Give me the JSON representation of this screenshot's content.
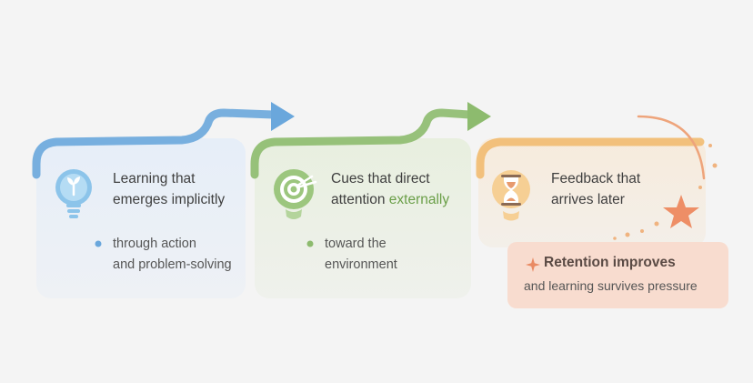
{
  "steps": [
    {
      "title_line1": "Learning that",
      "title_line2": "emerges implicitly",
      "bullet_line1": "through action",
      "bullet_line2": "and problem-solving",
      "icon": "lightbulb-sprout-icon",
      "color": "#6aa7dc"
    },
    {
      "title_line1": "Cues that direct",
      "title_line2_prefix": "attention ",
      "title_line2_highlight": "externally",
      "bullet_line1": "toward the",
      "bullet_line2": "environment",
      "icon": "target-bulb-icon",
      "color": "#8dbb6e"
    },
    {
      "title_line1": "Feedback that",
      "title_line2": "arrives later",
      "icon": "hourglass-icon",
      "color": "#f1b86a"
    }
  ],
  "outcome": {
    "title": "Retention improves",
    "body": "and learning survives pressure",
    "icon": "sparkle-icon",
    "accent": "#e98a63"
  }
}
